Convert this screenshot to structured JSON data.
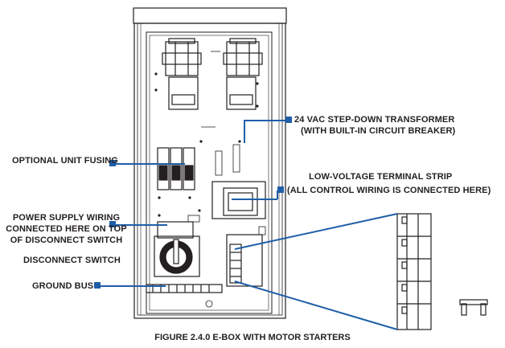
{
  "labels": {
    "transformer_line1": "24 VAC STEP-DOWN TRANSFORMER",
    "transformer_line2": "(WITH BUILT-IN CIRCUIT BREAKER)",
    "fusing": "OPTIONAL UNIT FUSING",
    "terminal_line1": "LOW-VOLTAGE TERMINAL STRIP",
    "terminal_line2": "(ALL CONTROL WIRING IS CONNECTED HERE)",
    "power_line1": "POWER SUPPLY WIRING",
    "power_line2": "CONNECTED HERE ON TOP",
    "power_line3": "OF DISCONNECT SWITCH",
    "disconnect": "DISCONNECT SWITCH",
    "ground": "GROUND BUS"
  },
  "caption": "FIGURE 2.4.0 E-BOX WITH MOTOR STARTERS",
  "colors": {
    "leader": "#1f5fa8",
    "drawing": "#231f20",
    "text": "#231f20"
  }
}
